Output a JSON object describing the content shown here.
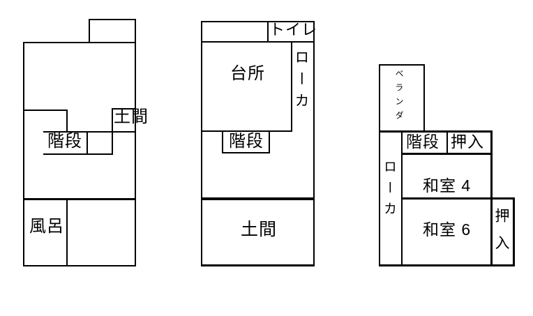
{
  "diagram": {
    "type": "floor-plans",
    "ink_color": "#000000",
    "background_color": "#ffffff",
    "plans": [
      {
        "id": "plan-left",
        "rooms": {
          "doma": "土間",
          "kaidan": "階段",
          "furo": "風呂"
        }
      },
      {
        "id": "plan-middle",
        "rooms": {
          "toire": "トイレ",
          "daidokoro": "台所",
          "roka": "ローカ",
          "kaidan": "階段",
          "doma": "土間"
        }
      },
      {
        "id": "plan-right",
        "rooms": {
          "veranda": "ベランダ",
          "kaidan": "階段",
          "oshiire_top": "押入",
          "roka": "ローカ",
          "washitsu4": "和室 4",
          "washitsu6": "和室 6",
          "oshiire_side": "押入"
        }
      }
    ]
  }
}
